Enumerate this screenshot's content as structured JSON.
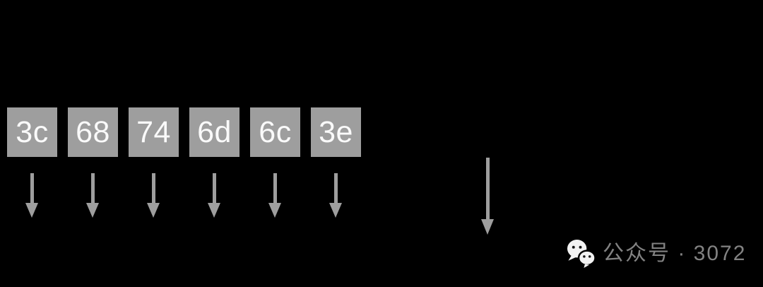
{
  "canvas": {
    "background": "#000000"
  },
  "bytes": {
    "values": [
      "3c",
      "68",
      "74",
      "6d",
      "6c",
      "3e"
    ],
    "box_color": "#9e9e9e",
    "text_color": "#fafafa"
  },
  "arrows": {
    "color": "#9e9e9e"
  },
  "watermark": {
    "icon": "wechat-icon",
    "label": "公众号 · 3072",
    "text_color": "#828282"
  }
}
